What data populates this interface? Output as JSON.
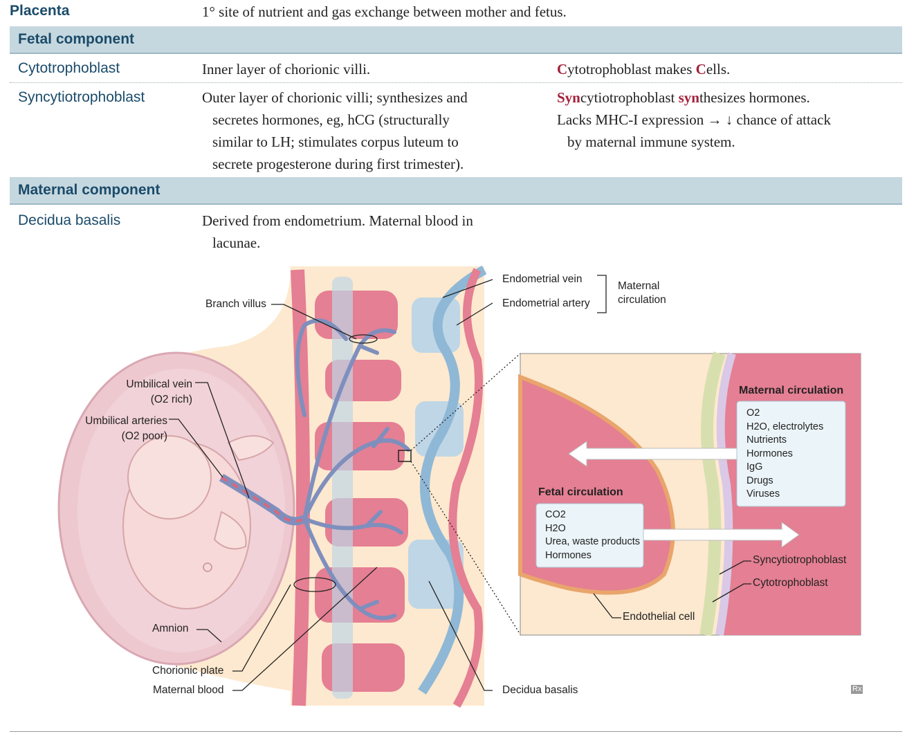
{
  "header": {
    "term": "Placenta",
    "definition": "1° site of nutrient and gas exchange between mother and fetus."
  },
  "fetal_section": {
    "heading": "Fetal component",
    "rows": [
      {
        "term": "Cytotrophoblast",
        "definition_lines": [
          "Inner layer of chorionic villi."
        ],
        "note_lines": [
          "Cytotrophoblast makes Cells."
        ],
        "note_hl": [
          "C",
          "C"
        ]
      },
      {
        "term": "Syncytiotrophoblast",
        "definition_lines": [
          "Outer layer of chorionic villi; synthesizes and",
          "secretes hormones, eg, hCG (structurally",
          "similar to LH; stimulates corpus luteum to",
          "secrete progesterone during first trimester)."
        ],
        "note_lines": [
          "Syncytiotrophoblast synthesizes hormones.",
          "Lacks MHC-I expression → ↓ chance of attack",
          "by maternal immune system."
        ]
      }
    ]
  },
  "maternal_section": {
    "heading": "Maternal component",
    "rows": [
      {
        "term": "Decidua basalis",
        "definition_lines": [
          "Derived from endometrium. Maternal blood in",
          "lacunae."
        ]
      }
    ]
  },
  "diagram": {
    "labels": {
      "branch_villus": "Branch villus",
      "endometrial_vein": "Endometrial vein",
      "endometrial_artery": "Endometrial artery",
      "maternal_circulation": "Maternal circulation",
      "umbilical_vein": "Umbilical vein",
      "umbilical_vein_sub": "(O2 rich)",
      "umbilical_arteries": "Umbilical arteries",
      "umbilical_arteries_sub": "(O2 poor)",
      "amnion": "Amnion",
      "chorionic_plate": "Chorionic plate",
      "maternal_blood": "Maternal blood",
      "decidua_basalis": "Decidua basalis"
    },
    "inset": {
      "maternal_title": "Maternal circulation",
      "maternal_items": [
        "O2",
        "H2O, electrolytes",
        "Nutrients",
        "Hormones",
        "IgG",
        "Drugs",
        "Viruses"
      ],
      "fetal_title": "Fetal circulation",
      "fetal_items": [
        "CO2",
        "H2O",
        "Urea, waste products",
        "Hormones"
      ],
      "syncytiotrophoblast": "Syncytiotrophoblast",
      "cytotrophoblast": "Cytotrophoblast",
      "endothelial_cell": "Endothelial cell"
    },
    "logo": "Rx",
    "colors": {
      "heading_text": "#1b4b6a",
      "band": "#c6d8df",
      "highlight": "#a3203a",
      "maternal_blood": "#e57f93",
      "vein": "#8fb8d6",
      "villus": "#7f8fbd",
      "amnion_fill": "#eec8cf",
      "background_tissue": "#fde9cf"
    }
  }
}
